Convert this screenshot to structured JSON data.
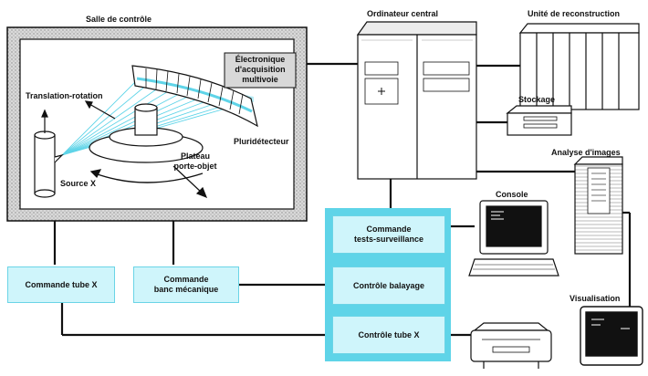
{
  "labels": {
    "salle": "Salle de contrôle",
    "ordinateur": "Ordinateur central",
    "unite": "Unité de reconstruction",
    "stockage": "Stockage",
    "analyse": "Analyse d'images",
    "console": "Console",
    "visualisation": "Visualisation",
    "translation": "Translation-rotation",
    "electronique": "Électronique\nd'acquisition\nmultivoie",
    "pluridetecteur": "Pluridétecteur",
    "plateau": "Plateau\nporte-objet",
    "source": "Source X"
  },
  "boxes": {
    "commande_tube": "Commande tube X",
    "commande_banc": "Commande\nbanc mécanique",
    "commande_tests": "Commande\ntests-surveillance",
    "controle_balayage": "Contrôle balayage",
    "controle_tube": "Contrôle tube X"
  },
  "colors": {
    "accent_cyan": "#5fd4e8",
    "box_fill": "#cff5fb",
    "hatch": "#9a9a9a"
  }
}
